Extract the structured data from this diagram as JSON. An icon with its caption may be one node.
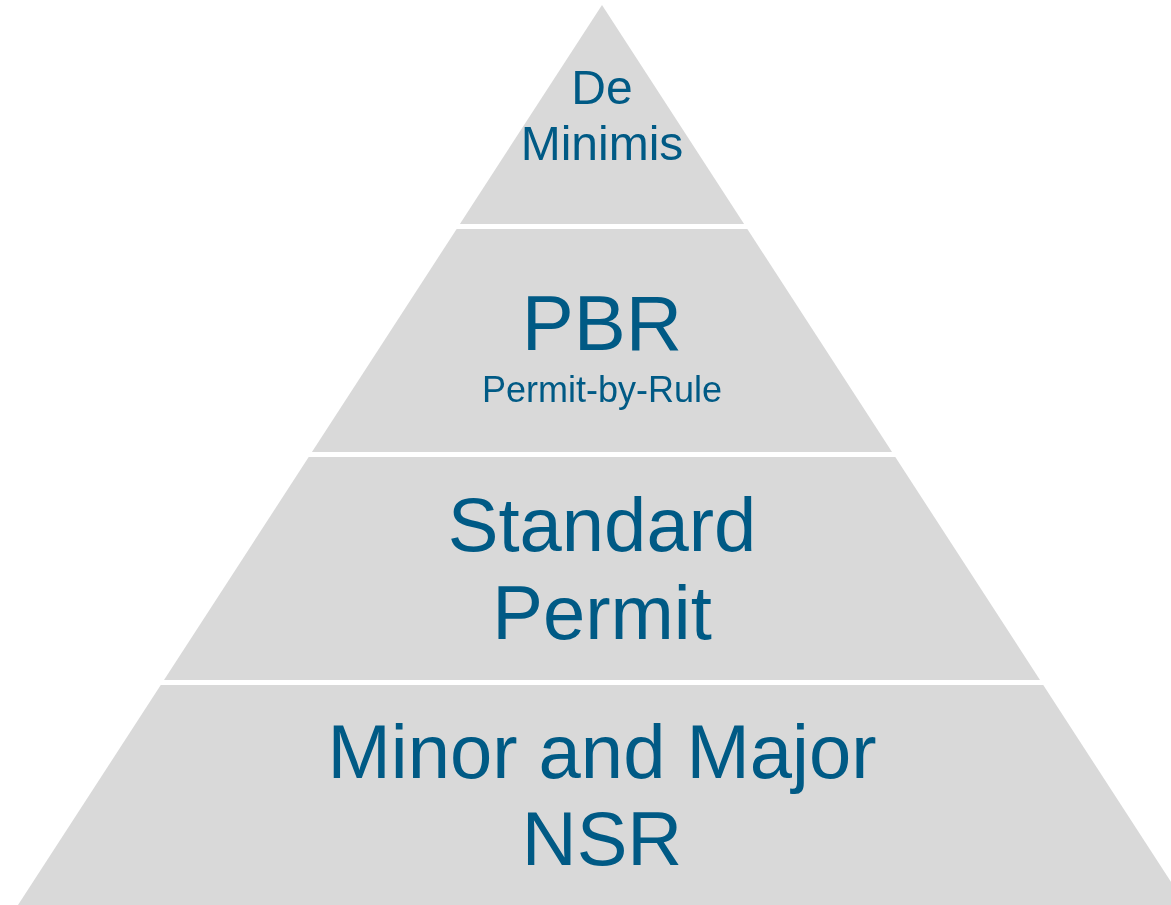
{
  "diagram": {
    "nodes": [
      {
        "text": [
          "De Minimis"
        ]
      },
      {
        "text": [
          "PBR",
          "Permit-by-Rule"
        ]
      },
      {
        "text": [
          "Standard Permit"
        ]
      },
      {
        "text": [
          "Minor and Major NSR"
        ]
      }
    ]
  }
}
